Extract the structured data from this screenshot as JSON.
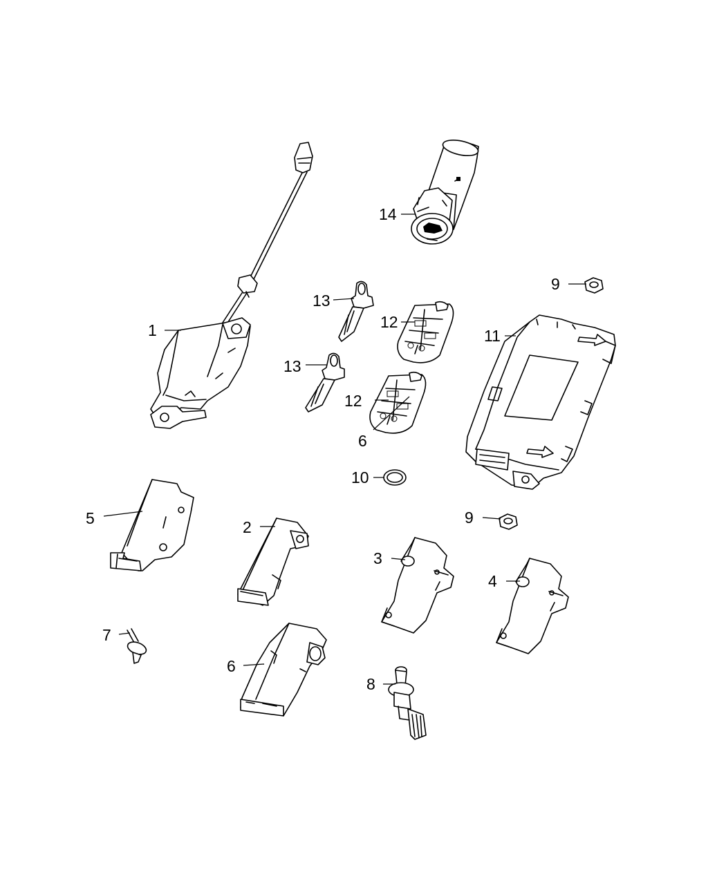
{
  "callouts": {
    "c1": "1",
    "c2": "2",
    "c3": "3",
    "c4": "4",
    "c5": "5",
    "c6_fob": "6",
    "c6_module": "6",
    "c7": "7",
    "c8": "8",
    "c9_top": "9",
    "c9_mid": "9",
    "c10": "10",
    "c11": "11",
    "c12_top": "12",
    "c12_bottom": "12",
    "c13_top": "13",
    "c13_bottom": "13",
    "c14": "14"
  }
}
